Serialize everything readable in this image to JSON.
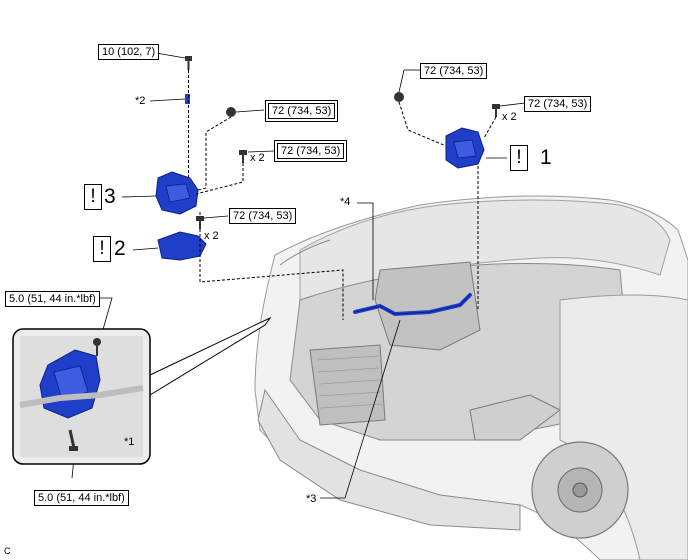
{
  "torque": {
    "top_bolt": "10 (102, 7)",
    "left_nut": "72 (734, 53)",
    "left_bolts": "72 (734, 53)",
    "lower_bolts": "72 (734, 53)",
    "right_nut": "72 (734, 53)",
    "right_bolt": "72 (734, 53)",
    "inset_top": "5.0 (51, 44 in.*lbf)",
    "inset_bottom": "5.0 (51, 44 in.*lbf)"
  },
  "quantities": {
    "left_bolts": "x 2",
    "lower_bolts": "x 2",
    "right_bolt": "x 2"
  },
  "callouts": {
    "c1": "*1",
    "c2": "*2",
    "c3": "*3",
    "c4": "*4"
  },
  "steps": {
    "warn_symbol": "!",
    "step1": "1",
    "step2": "2",
    "step3": "3"
  },
  "corner_code": "C",
  "colors": {
    "part_blue": "#1f3fc9",
    "part_dark": "#0a1f8a",
    "line": "#000000",
    "engine_gray": "#d9d9d9"
  }
}
